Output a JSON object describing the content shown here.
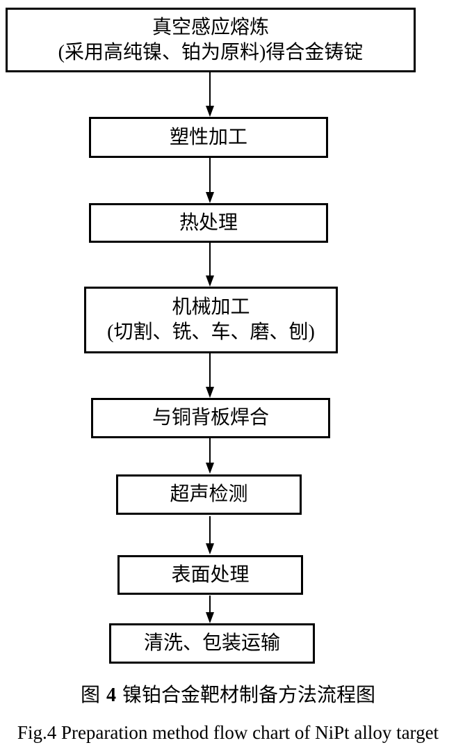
{
  "figure": {
    "type": "flowchart",
    "colors": {
      "border": "#000000",
      "text": "#000000",
      "background": "#ffffff"
    },
    "steps": [
      {
        "line1": "真空感应熔炼",
        "line2": "(采用高纯镍、铂为原料)得合金铸锭"
      },
      {
        "line1": "塑性加工"
      },
      {
        "line1": "热处理"
      },
      {
        "line1": "机械加工",
        "line2": "(切割、铣、车、磨、刨)"
      },
      {
        "line1": "与铜背板焊合"
      },
      {
        "line1": "超声检测"
      },
      {
        "line1": "表面处理"
      },
      {
        "line1": "清洗、包装运输"
      }
    ],
    "caption_zh": {
      "prefix": "图",
      "number": "4",
      "text": "镍铂合金靶材制备方法流程图"
    },
    "caption_en": "Fig.4 Preparation method flow chart of NiPt alloy target"
  }
}
